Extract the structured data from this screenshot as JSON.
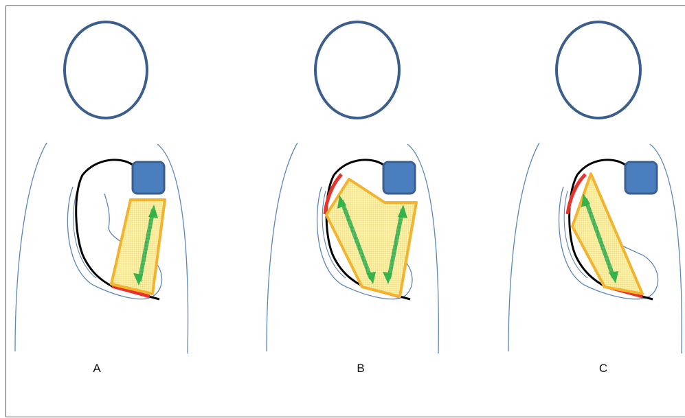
{
  "panels": [
    {
      "label": "A"
    },
    {
      "label": "B"
    },
    {
      "label": "C"
    }
  ],
  "colors": {
    "head_outline": "#3c5e8c",
    "body_outline": "#5b86b8",
    "device_fill": "#4a7ebf",
    "device_stroke": "#3a5f8e",
    "lead": "#000000",
    "electrode": "#e8322c",
    "vector_region_stroke": "#f4b32e",
    "vector_region_fill": "#fbf1a8",
    "vector_arrow": "#35b24a"
  }
}
